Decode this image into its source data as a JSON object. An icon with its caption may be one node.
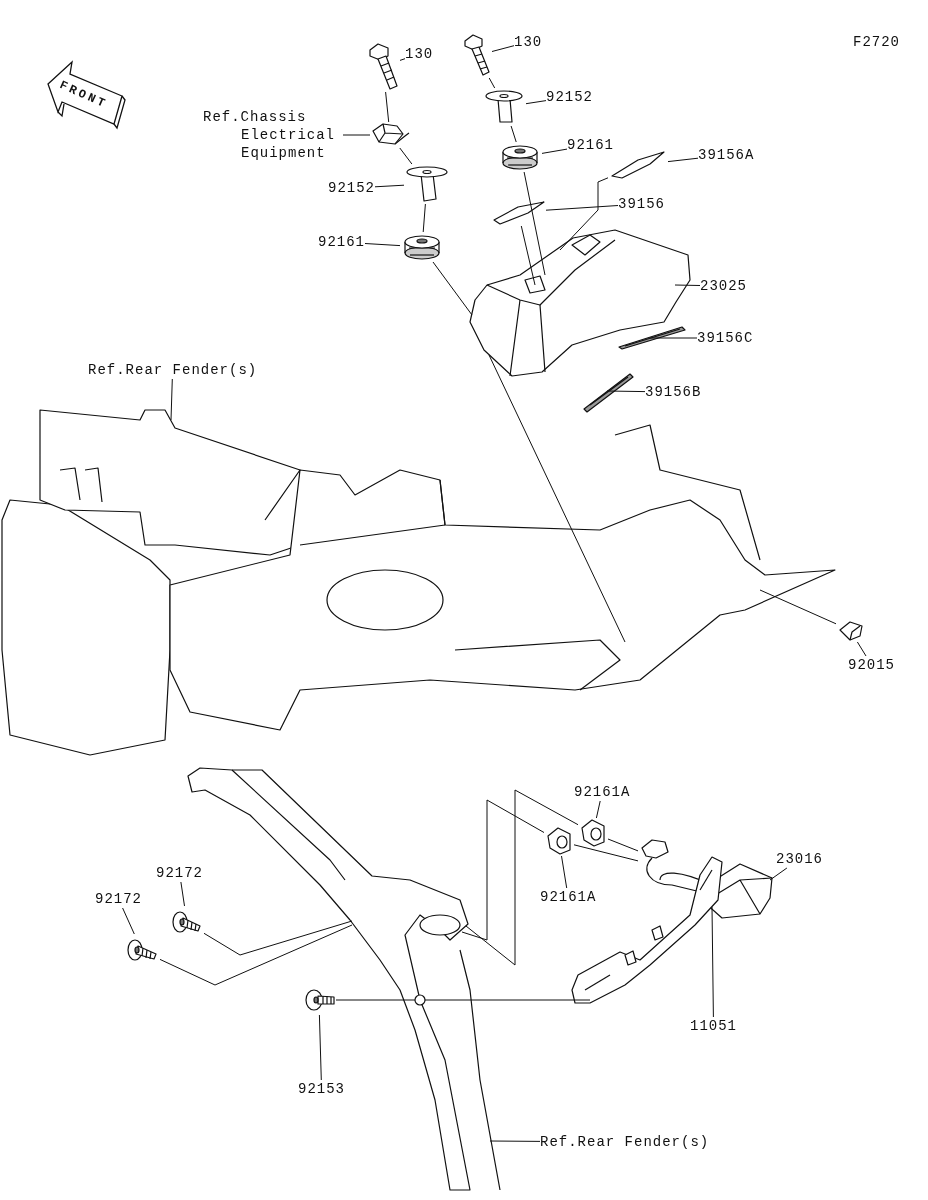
{
  "diagram": {
    "nodes": [
      {
        "text": [
          "130"
        ]
      },
      {
        "text": [
          "130"
        ]
      },
      {
        "text": [
          "92152"
        ]
      },
      {
        "text": [
          "Ref.Chassis Electrical Equipment"
        ]
      },
      {
        "text": [
          "92161"
        ]
      },
      {
        "text": [
          "39156A"
        ]
      },
      {
        "text": [
          "92152"
        ]
      },
      {
        "text": [
          "39156"
        ]
      },
      {
        "text": [
          "92161"
        ]
      },
      {
        "text": [
          "23025"
        ]
      },
      {
        "text": [
          "39156C"
        ]
      },
      {
        "text": [
          "Ref.Rear Fender(s)"
        ]
      },
      {
        "text": [
          "39156B"
        ]
      },
      {
        "text": [
          "92015"
        ]
      },
      {
        "text": [
          "92161A"
        ]
      },
      {
        "text": [
          "23016"
        ]
      },
      {
        "text": [
          "92161A"
        ]
      },
      {
        "text": [
          "92172"
        ]
      },
      {
        "text": [
          "92172"
        ]
      },
      {
        "text": [
          "11051"
        ]
      },
      {
        "text": [
          "92153"
        ]
      },
      {
        "text": [
          "Ref.Rear Fender(s)"
        ]
      },
      {
        "text": [],
        "shape": "picture"
      },
      {
        "text": [],
        "shape": "picture"
      },
      {
        "text": [],
        "shape": "picture"
      },
      {
        "text": [],
        "shape": "picture"
      },
      {
        "text": [],
        "shape": "picture"
      },
      {
        "text": [],
        "shape": "picture"
      },
      {
        "text": [],
        "shape": "picture"
      },
      {
        "text": [],
        "shape": "picture"
      },
      {
        "text": [],
        "shape": "picture"
      },
      {
        "text": [],
        "shape": "picture"
      },
      {
        "text": [],
        "shape": "picture"
      },
      {
        "text": [],
        "shape": "picture"
      },
      {
        "text": [],
        "shape": "picture"
      },
      {
        "text": [],
        "shape": "picture"
      },
      {
        "text": [],
        "shape": "picture"
      },
      {
        "text": [],
        "shape": "picture"
      },
      {
        "text": [],
        "shape": "picture"
      },
      {
        "text": [],
        "shape": "picture"
      },
      {
        "text": [],
        "shape": "picture"
      },
      {
        "text": [],
        "shape": "picture"
      },
      {
        "text": [],
        "shape": "picture"
      },
      {
        "text": [],
        "shape": "picture"
      },
      {
        "text": [
          "FRONT"
        ]
      }
    ],
    "edges": [
      {
        "from": 0,
        "to": 22,
        "arrow": "none"
      },
      {
        "from": 1,
        "to": 23,
        "arrow": "none"
      },
      {
        "from": 2,
        "to": 26,
        "arrow": "none"
      },
      {
        "from": 3,
        "to": 24,
        "arrow": "none"
      },
      {
        "from": 4,
        "to": 27,
        "arrow": "none"
      },
      {
        "from": 5,
        "to": 29,
        "arrow": "none"
      },
      {
        "from": 6,
        "to": 25,
        "arrow": "none"
      },
      {
        "from": 7,
        "to": 30,
        "arrow": "none"
      },
      {
        "from": 8,
        "to": 28,
        "arrow": "none"
      },
      {
        "from": 9,
        "to": 31,
        "arrow": "none"
      },
      {
        "from": 10,
        "to": 32,
        "arrow": "none"
      },
      {
        "from": 11,
        "to": 34,
        "arrow": "none"
      },
      {
        "from": 12,
        "to": 33,
        "arrow": "none"
      },
      {
        "from": 13,
        "to": 35,
        "arrow": "none"
      },
      {
        "from": 14,
        "to": 36,
        "arrow": "none"
      },
      {
        "from": 15,
        "to": 38,
        "arrow": "none"
      },
      {
        "from": 16,
        "to": 37,
        "arrow": "none"
      },
      {
        "from": 17,
        "to": 40,
        "arrow": "none"
      },
      {
        "from": 18,
        "to": 41,
        "arrow": "none"
      },
      {
        "from": 19,
        "to": 42,
        "arrow": "none"
      },
      {
        "from": 20,
        "to": 43,
        "arrow": "none"
      },
      {
        "from": 21,
        "to": 39,
        "arrow": "none"
      },
      {
        "from": 22,
        "to": 24,
        "arrow": "none"
      },
      {
        "from": 24,
        "to": 25,
        "arrow": "none"
      },
      {
        "from": 25,
        "to": 28,
        "arrow": "none"
      },
      {
        "from": 28,
        "to": 31,
        "arrow": "none"
      },
      {
        "from": 23,
        "to": 26,
        "arrow": "none"
      },
      {
        "from": 26,
        "to": 27,
        "arrow": "none"
      },
      {
        "from": 27,
        "to": 31,
        "arrow": "none"
      },
      {
        "from": 30,
        "to": 31,
        "arrow": "none"
      },
      {
        "from": 29,
        "to": 31,
        "arrow": "none"
      },
      {
        "from": 31,
        "to": 34,
        "arrow": "none"
      },
      {
        "from": 35,
        "to": 34,
        "arrow": "none"
      },
      {
        "from": 36,
        "to": 39,
        "arrow": "none"
      },
      {
        "from": 37,
        "to": 39,
        "arrow": "none"
      },
      {
        "from": 36,
        "to": 38,
        "arrow": "none"
      },
      {
        "from": 37,
        "to": 38,
        "arrow": "none"
      },
      {
        "from": 40,
        "to": 39,
        "arrow": "none"
      },
      {
        "from": 41,
        "to": 39,
        "arrow": "none"
      },
      {
        "from": 43,
        "to": 39,
        "arrow": "none"
      },
      {
        "from": 39,
        "to": 42,
        "arrow": "none"
      }
    ],
    "labels": [
      "F2720"
    ]
  }
}
